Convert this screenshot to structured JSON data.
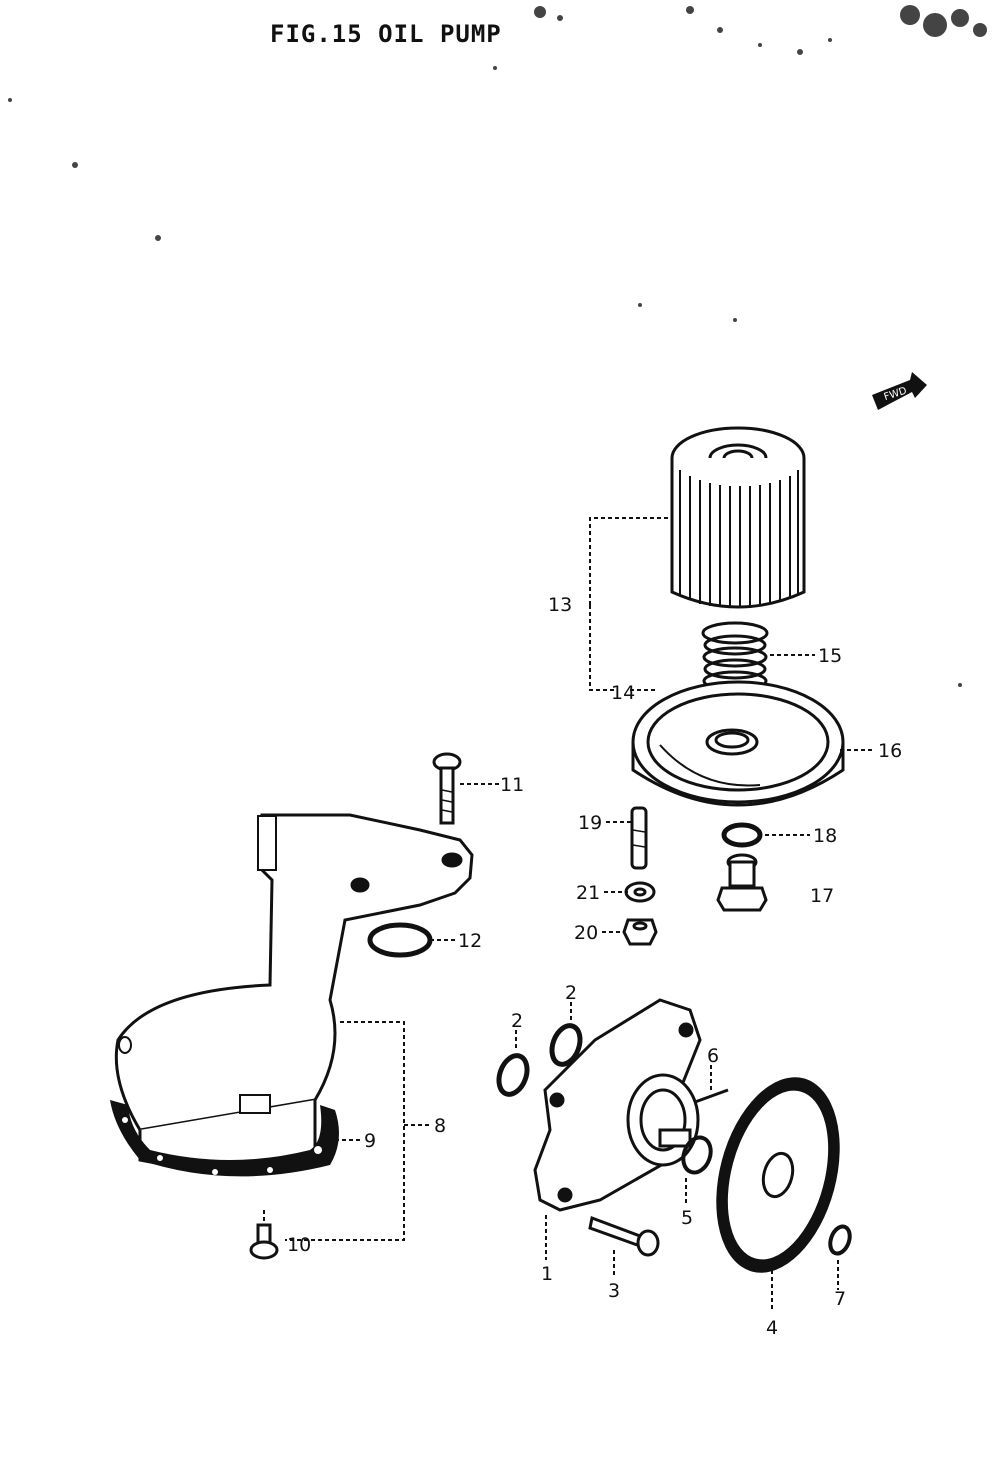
{
  "title": "FIG.15  OIL  PUMP",
  "fwd_arrow_text": "FWD",
  "callouts": {
    "c1": "1",
    "c2a": "2",
    "c2b": "2",
    "c3": "3",
    "c4": "4",
    "c5": "5",
    "c6": "6",
    "c7": "7",
    "c8": "8",
    "c9": "9",
    "c10": "10",
    "c11": "11",
    "c12": "12",
    "c13": "13",
    "c14": "14",
    "c15": "15",
    "c16": "16",
    "c17": "17",
    "c18": "18",
    "c19": "19",
    "c20": "20",
    "c21": "21"
  }
}
